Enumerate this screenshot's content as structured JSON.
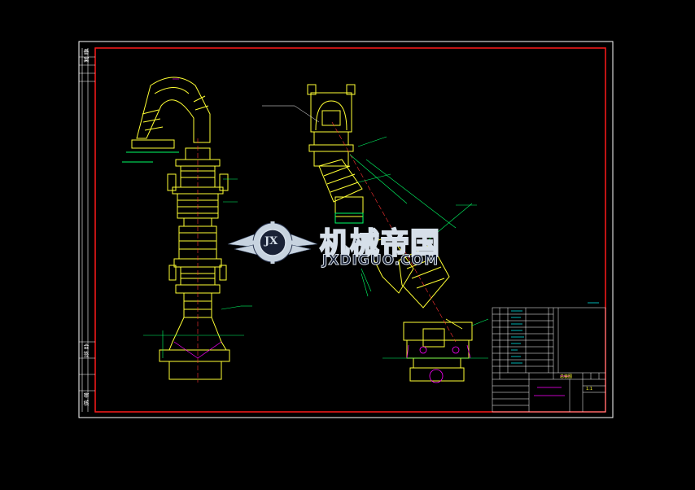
{
  "drawing": {
    "background": "#000000",
    "frame_color": "#ffffff",
    "border_color": "#ff0000",
    "part_color": "#ffff33",
    "detail_color": "#00ff66",
    "accent_color": "#ff00ff",
    "cyan_color": "#00ffff"
  },
  "left_strip": {
    "top_label": "备\n案",
    "mid_label": "会\n签",
    "bottom_label": "审\n核"
  },
  "watermark": {
    "name_cn": "机械帝国",
    "name_en": "JXDIGUO.COM",
    "logo_letters": "JX"
  },
  "title_block": {
    "drawing_no": "总装图",
    "scale_text": "1:1"
  }
}
